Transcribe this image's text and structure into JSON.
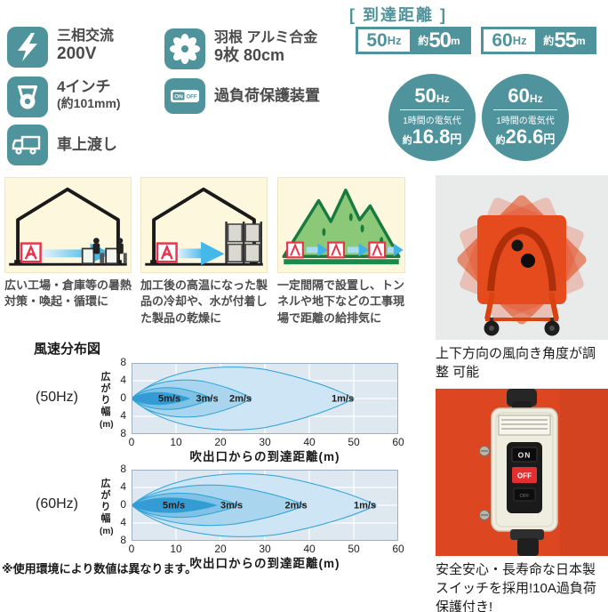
{
  "colors": {
    "teal": "#4f949c",
    "chart_bg": "#dde8f1",
    "contour_stroke": "#2da1d8",
    "accent_red": "#e8334a",
    "arrow_blue": "#3fb5e9",
    "mountain_green": "#8bc877",
    "photo_orange": "#dc4722"
  },
  "header_specs": {
    "left": [
      {
        "icon": "lightning-icon",
        "lines": [
          "三相交流",
          "200V"
        ]
      },
      {
        "icon": "caster-wheel-icon",
        "lines": [
          "4インチ",
          "(約101mm)"
        ]
      },
      {
        "icon": "truck-icon",
        "lines": [
          "車上渡し"
        ]
      }
    ],
    "right": [
      {
        "icon": "fan-blade-icon",
        "lines": [
          "羽根 アルミ合金",
          "9枚 80cm"
        ]
      },
      {
        "icon": "onoff-switch-icon",
        "lines": [
          "過負荷保護装置"
        ],
        "icon_text": {
          "on": "ON",
          "off": "OFF"
        }
      }
    ]
  },
  "reach": {
    "title": "[ 到達距離 ]",
    "badges": [
      {
        "freq_value": "50",
        "freq_unit": "Hz",
        "approx": "約",
        "distance": "50",
        "unit": "m"
      },
      {
        "freq_value": "60",
        "freq_unit": "Hz",
        "approx": "約",
        "distance": "55",
        "unit": "m"
      }
    ]
  },
  "cost": {
    "circles": [
      {
        "freq_value": "50",
        "freq_unit": "Hz",
        "label": "1時間の電気代",
        "approx": "約",
        "amount": "16.8",
        "unit": "円"
      },
      {
        "freq_value": "60",
        "freq_unit": "Hz",
        "label": "1時間の電気代",
        "approx": "約",
        "amount": "26.6",
        "unit": "円"
      }
    ]
  },
  "use_cases": [
    {
      "illustration": "warehouse-workers",
      "caption": "広い工場・倉庫等の暑熱対策・喚起・循環に"
    },
    {
      "illustration": "warehouse-products",
      "caption": "加工後の高温になった製品の冷却や、水が付着した製品の乾燥に"
    },
    {
      "illustration": "tunnel-mountains",
      "caption": "一定間隔で設置し、トンネルや地下などの工事現場で距離の給排気に"
    }
  ],
  "wind_section": {
    "title": "風速分布図",
    "note": "※使用環境により数値は異なります。"
  },
  "chart_data": [
    {
      "type": "area",
      "name": "(50Hz)",
      "title": "風速分布図 (50Hz)",
      "xlabel": "吹出口からの到達距離(m)",
      "ylabel": "広がり幅(m)",
      "ylabel_chars": [
        "広",
        "が",
        "り",
        "幅"
      ],
      "ylabel_unit": "(m)",
      "xlim": [
        0,
        60
      ],
      "ylim": [
        -8,
        8
      ],
      "x_ticks": [
        0,
        10,
        20,
        30,
        40,
        50,
        60
      ],
      "y_tick_labels": [
        "8",
        "4",
        "0",
        "4",
        "8"
      ],
      "grid": true,
      "legend": "none",
      "contours": [
        {
          "speed": "1m/s",
          "reach_m": 50,
          "half_width_m": 7.8,
          "label_x_m": 45,
          "fill": "#cde5f4"
        },
        {
          "speed": "2m/s",
          "reach_m": 27,
          "half_width_m": 4.6,
          "label_x_m": 22,
          "fill": "#aad5ee"
        },
        {
          "speed": "3m/s",
          "reach_m": 18,
          "half_width_m": 2.7,
          "label_x_m": 14.5,
          "fill": "#7fc2e6"
        },
        {
          "speed": "5m/s",
          "reach_m": 13,
          "half_width_m": 1.5,
          "label_x_m": 6,
          "fill": "#359bd4"
        }
      ]
    },
    {
      "type": "area",
      "name": "(60Hz)",
      "title": "風速分布図 (60Hz)",
      "xlabel": "吹出口からの到達距離(m)",
      "ylabel": "広がり幅(m)",
      "ylabel_chars": [
        "広",
        "が",
        "り",
        "幅"
      ],
      "ylabel_unit": "(m)",
      "xlim": [
        0,
        60
      ],
      "ylim": [
        -8,
        8
      ],
      "x_ticks": [
        0,
        10,
        20,
        30,
        40,
        50,
        60
      ],
      "y_tick_labels": [
        "8",
        "4",
        "0",
        "4",
        "8"
      ],
      "grid": true,
      "legend": "none",
      "contours": [
        {
          "speed": "1m/s",
          "reach_m": 55,
          "half_width_m": 7.8,
          "label_x_m": 50,
          "fill": "#cde5f4"
        },
        {
          "speed": "2m/s",
          "reach_m": 39,
          "half_width_m": 5.0,
          "label_x_m": 34.5,
          "fill": "#aad5ee"
        },
        {
          "speed": "3m/s",
          "reach_m": 24,
          "half_width_m": 3.0,
          "label_x_m": 20,
          "fill": "#7fc2e6"
        },
        {
          "speed": "5m/s",
          "reach_m": 19,
          "half_width_m": 1.8,
          "label_x_m": 7,
          "fill": "#359bd4"
        }
      ]
    }
  ],
  "photos": [
    {
      "name": "fan-tilt-photo",
      "caption": "上下方向の風向き角度が調整\n可能"
    },
    {
      "name": "switch-photo",
      "caption": "安全安心・長寿命な日本製スイッチを採用!10A過負荷保護付き!",
      "switch_labels": {
        "on": "ON",
        "off": "OFF",
        "small": "OFF"
      }
    }
  ]
}
